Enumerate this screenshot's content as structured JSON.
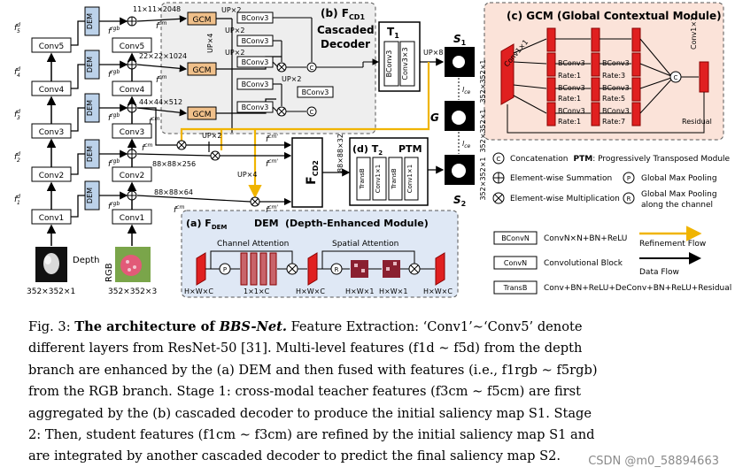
{
  "diagram": {
    "depth_conv": [
      "Conv1",
      "Conv2",
      "Conv3",
      "Conv4",
      "Conv5"
    ],
    "rgb_conv": [
      "Conv1",
      "Conv2",
      "Conv3",
      "Conv4",
      "Conv5"
    ],
    "dem": "DEM",
    "gcm": "GCM",
    "bconv": "BConv3",
    "depth_label": "Depth",
    "rgb_label": "RGB",
    "input_size": "352×352×1",
    "rgb_size": "352×352×3",
    "sizes": [
      "11×11×2048",
      "22×22×1024",
      "44×44×512",
      "88×88×256",
      "88×88×64",
      "88×88×32"
    ],
    "up_labels": [
      "UP×2",
      "UP×4",
      "UP×8"
    ],
    "fcd1_title": "(b) F",
    "fcd1_sub": "CD1",
    "cascaded": "Cascaded",
    "decoder": "Decoder",
    "t1": "T",
    "t1_sub": "1",
    "t1_inner": [
      "BConv3",
      "Conv3×3"
    ],
    "s1": "S",
    "g": "G",
    "s2": "S",
    "lce": "l",
    "lce_sub": "ce",
    "out_size": "352×352×1",
    "t2_title": "(d) T",
    "t2_sub": "2",
    "ptm": "PTM",
    "t2_inner": [
      "TransB",
      "Conv1×1",
      "TransB",
      "Conv1×1"
    ],
    "fcd2": "F",
    "fcd2_sub": "CD2",
    "dem_title": "(a) F",
    "dem_sub": "DEM",
    "dem_word": "DEM",
    "dem_full": "(Depth-Enhanced Module)",
    "channel_attention": "Channel Attention",
    "spatial_attention": "Spatial Attention",
    "dem_sizes": [
      "H×W×C",
      "1×1×C",
      "H×W×C",
      "H×W×1",
      "H×W×1",
      "H×W×C"
    ],
    "gcm_title": "(c) GCM (Global Contextual Module)",
    "gcm_conv": "Conv1×1",
    "rates": [
      "Rate:1",
      "Rate:3",
      "Rate:5",
      "Rate:7"
    ],
    "residual": "Residual",
    "legend": {
      "concat_sym": "C",
      "concat": "Concatenation",
      "ptm_bold": "PTM",
      "ptm_desc": ": Progressively Transposed Module",
      "sum": "Element-wise Summation",
      "mul": "Element-wise Multiplication",
      "p_sym": "P",
      "p_desc": "Global Max Pooling",
      "r_sym": "R",
      "r_desc1": "Global Max Pooling",
      "r_desc2": "along the channel",
      "bconvn": "BConvN",
      "bconvn_desc": "ConvN×N+BN+ReLU",
      "convn": "ConvN",
      "convn_desc": "Convolutional Block",
      "transb": "TransB",
      "transb_desc": "Conv+BN+ReLU+DeConv+BN+ReLU+Residual",
      "refinement": "Refinement Flow",
      "dataflow": "Data Flow"
    }
  },
  "caption": {
    "figlabel": "Fig. 3: ",
    "title_bold": "The architecture of ",
    "title_ital": "BBS-Net.",
    "line1": " Feature Extraction: ‘Conv1’∼‘Conv5’ denote",
    "line2": "different layers from ResNet-50 [31]. Multi-level features (f1d ∼ f5d) from the depth",
    "line3": "branch are enhanced by the (a) DEM and then fused with features (i.e., f1rgb ∼ f5rgb)",
    "line4": "from the RGB branch. Stage 1: cross-modal teacher features (f3cm ∼ f5cm) are first",
    "line5": "aggregated by the (b) cascaded decoder to produce the initial saliency map S1. Stage",
    "line6": "2: Then, student features (f1cm ∼ f3cm) are refined by the initial saliency map S1 and",
    "line7": "are integrated by another cascaded decoder to predict the final saliency map S2."
  },
  "watermark": "CSDN @m0_58894663"
}
